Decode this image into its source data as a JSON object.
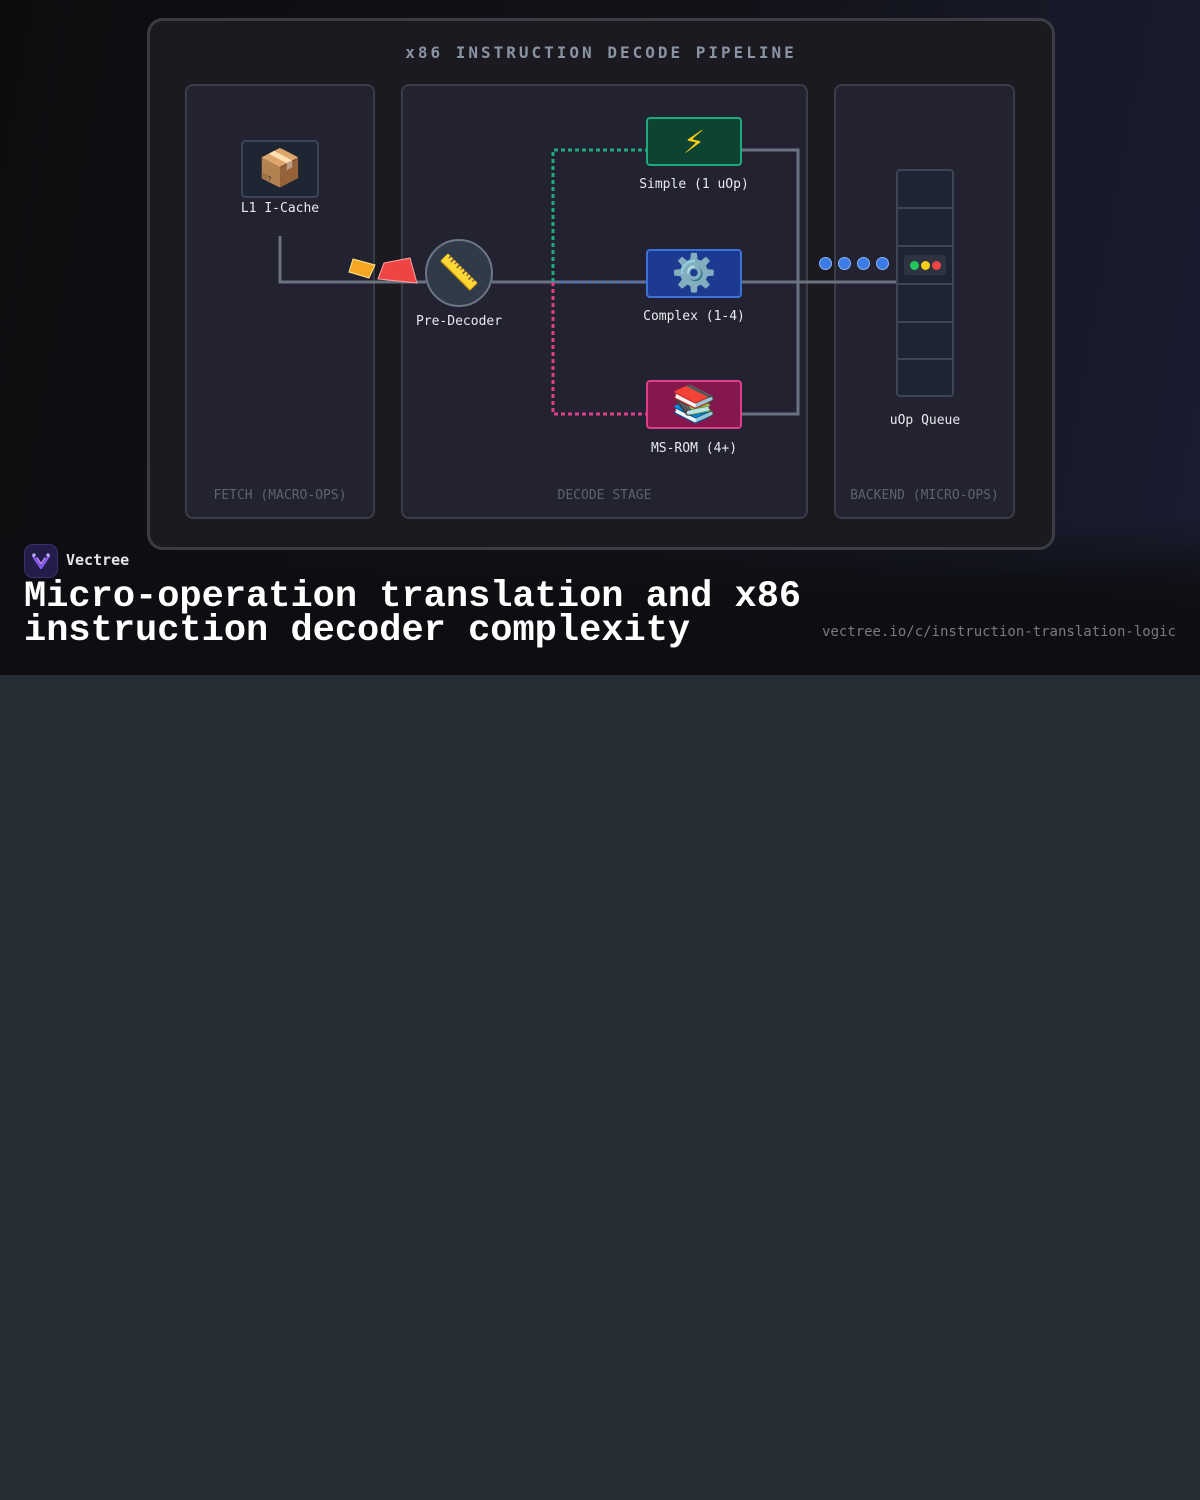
{
  "diagram": {
    "title": "x86 INSTRUCTION DECODE PIPELINE",
    "stages": {
      "fetch": "FETCH (MACRO-OPS)",
      "decode": "DECODE STAGE",
      "backend": "BACKEND (MICRO-OPS)"
    },
    "nodes": {
      "cache": {
        "label": "L1 I-Cache",
        "icon": "package-icon"
      },
      "predecoder": {
        "label": "Pre-Decoder",
        "icon": "ruler-icon"
      },
      "simple": {
        "label": "Simple (1 uOp)",
        "icon": "lightning-icon"
      },
      "complex": {
        "label": "Complex (1-4)",
        "icon": "gear-icon"
      },
      "msrom": {
        "label": "MS-ROM (4+)",
        "icon": "books-icon"
      },
      "queue": {
        "label": "uOp Queue",
        "icon": "traffic-light-icon"
      }
    },
    "colors": {
      "simple": "#1faa7e",
      "complex": "#3c72d8",
      "msrom": "#de3f86",
      "uop": "#3a7be6",
      "macro_op_short": "#f5a623",
      "macro_op_long": "#ef4444"
    }
  },
  "footer": {
    "brand": "Vectree",
    "headline": "Micro-operation translation and x86 instruction decoder complexity",
    "url": "vectree.io/c/instruction-translation-logic"
  }
}
